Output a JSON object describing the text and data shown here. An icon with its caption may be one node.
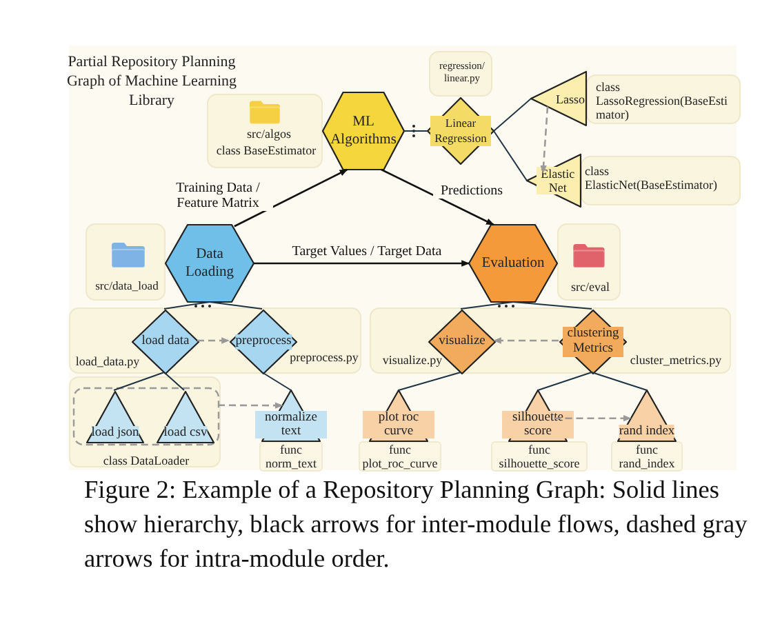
{
  "diagram": {
    "title": "Partial Repository Planning Graph of Machine Learning Library",
    "caption": "Figure 2: Example of a Repository Planning Graph: Solid lines show hierarchy, black arrows for inter-module flows, dashed gray arrows for intra-module order.",
    "nodes": [
      {
        "text": [
          "src/algos",
          "class BaseEstimator"
        ]
      },
      {
        "text": [
          "ML Algorithms"
        ]
      },
      {
        "text": [
          "regression/ linear.py"
        ]
      },
      {
        "text": [
          "Linear Regression"
        ]
      },
      {
        "text": [
          "Lasso"
        ]
      },
      {
        "text": [
          "class LassoRegression(BaseEstimator)"
        ]
      },
      {
        "text": [
          "Elastic Net"
        ]
      },
      {
        "text": [
          "class ElasticNet(BaseEstimator)"
        ]
      },
      {
        "text": [
          "src/data_load"
        ]
      },
      {
        "text": [
          "Data Loading"
        ]
      },
      {
        "text": [
          "Evaluation"
        ]
      },
      {
        "text": [
          "src/eval"
        ]
      },
      {
        "text": [
          "load_data.py",
          "preprocess.py"
        ]
      },
      {
        "text": [
          "load data"
        ],
        "in": 12
      },
      {
        "text": [
          "preprocess"
        ],
        "in": 12
      },
      {
        "text": [
          "visualize.py",
          "cluster_metrics.py"
        ]
      },
      {
        "text": [
          "visualize"
        ],
        "in": 15
      },
      {
        "text": [
          "clustering Metrics"
        ],
        "in": 15
      },
      {
        "text": [
          "class DataLoader"
        ]
      },
      {
        "text": [],
        "shape": "box",
        "in": 18
      },
      {
        "text": [
          "load json"
        ],
        "in": 19
      },
      {
        "text": [
          "load csv"
        ],
        "in": 19
      },
      {
        "text": [
          "normalize text"
        ],
        "beside": [
          "func norm_text"
        ]
      },
      {
        "text": [
          "plot roc curve"
        ],
        "beside": [
          "func plot_roc_curve"
        ]
      },
      {
        "text": [
          "silhouette score"
        ],
        "beside": [
          "func silhouette_score"
        ]
      },
      {
        "text": [
          "rand index"
        ],
        "beside": [
          "func rand_index"
        ]
      }
    ],
    "edges": [
      {
        "from": 9,
        "to": 1,
        "arrow": "to",
        "label": "Training Data / Feature Matrix"
      },
      {
        "from": 1,
        "to": 10,
        "arrow": "to",
        "label": "Predictions"
      },
      {
        "from": 9,
        "to": 10,
        "arrow": "to",
        "label": "Target Values / Target Data"
      },
      {
        "from": 1,
        "to": 3,
        "arrow": "none"
      },
      {
        "from": 3,
        "to": 4,
        "arrow": "none"
      },
      {
        "from": 3,
        "to": 6,
        "arrow": "none"
      },
      {
        "from": 4,
        "to": 6,
        "arrow": "to",
        "style": "dashed",
        "color": "#999999"
      },
      {
        "from": 9,
        "to": 13,
        "arrow": "none"
      },
      {
        "from": 9,
        "to": 14,
        "arrow": "none"
      },
      {
        "from": 10,
        "to": 16,
        "arrow": "none"
      },
      {
        "from": 10,
        "to": 17,
        "arrow": "none"
      },
      {
        "from": 13,
        "to": 14,
        "arrow": "to",
        "style": "dashed",
        "color": "#999999"
      },
      {
        "from": 17,
        "to": 16,
        "arrow": "to",
        "style": "dashed",
        "color": "#999999"
      },
      {
        "from": 13,
        "to": 20,
        "arrow": "none"
      },
      {
        "from": 13,
        "to": 21,
        "arrow": "none"
      },
      {
        "from": 19,
        "to": 22,
        "arrow": "to",
        "style": "dashed",
        "color": "#999999"
      },
      {
        "from": 14,
        "to": 22,
        "arrow": "none"
      },
      {
        "from": 16,
        "to": 23,
        "arrow": "none"
      },
      {
        "from": 17,
        "to": 24,
        "arrow": "none"
      },
      {
        "from": 17,
        "to": 25,
        "arrow": "none"
      },
      {
        "from": 24,
        "to": 25,
        "arrow": "to",
        "style": "dashed",
        "color": "#999999"
      }
    ]
  }
}
